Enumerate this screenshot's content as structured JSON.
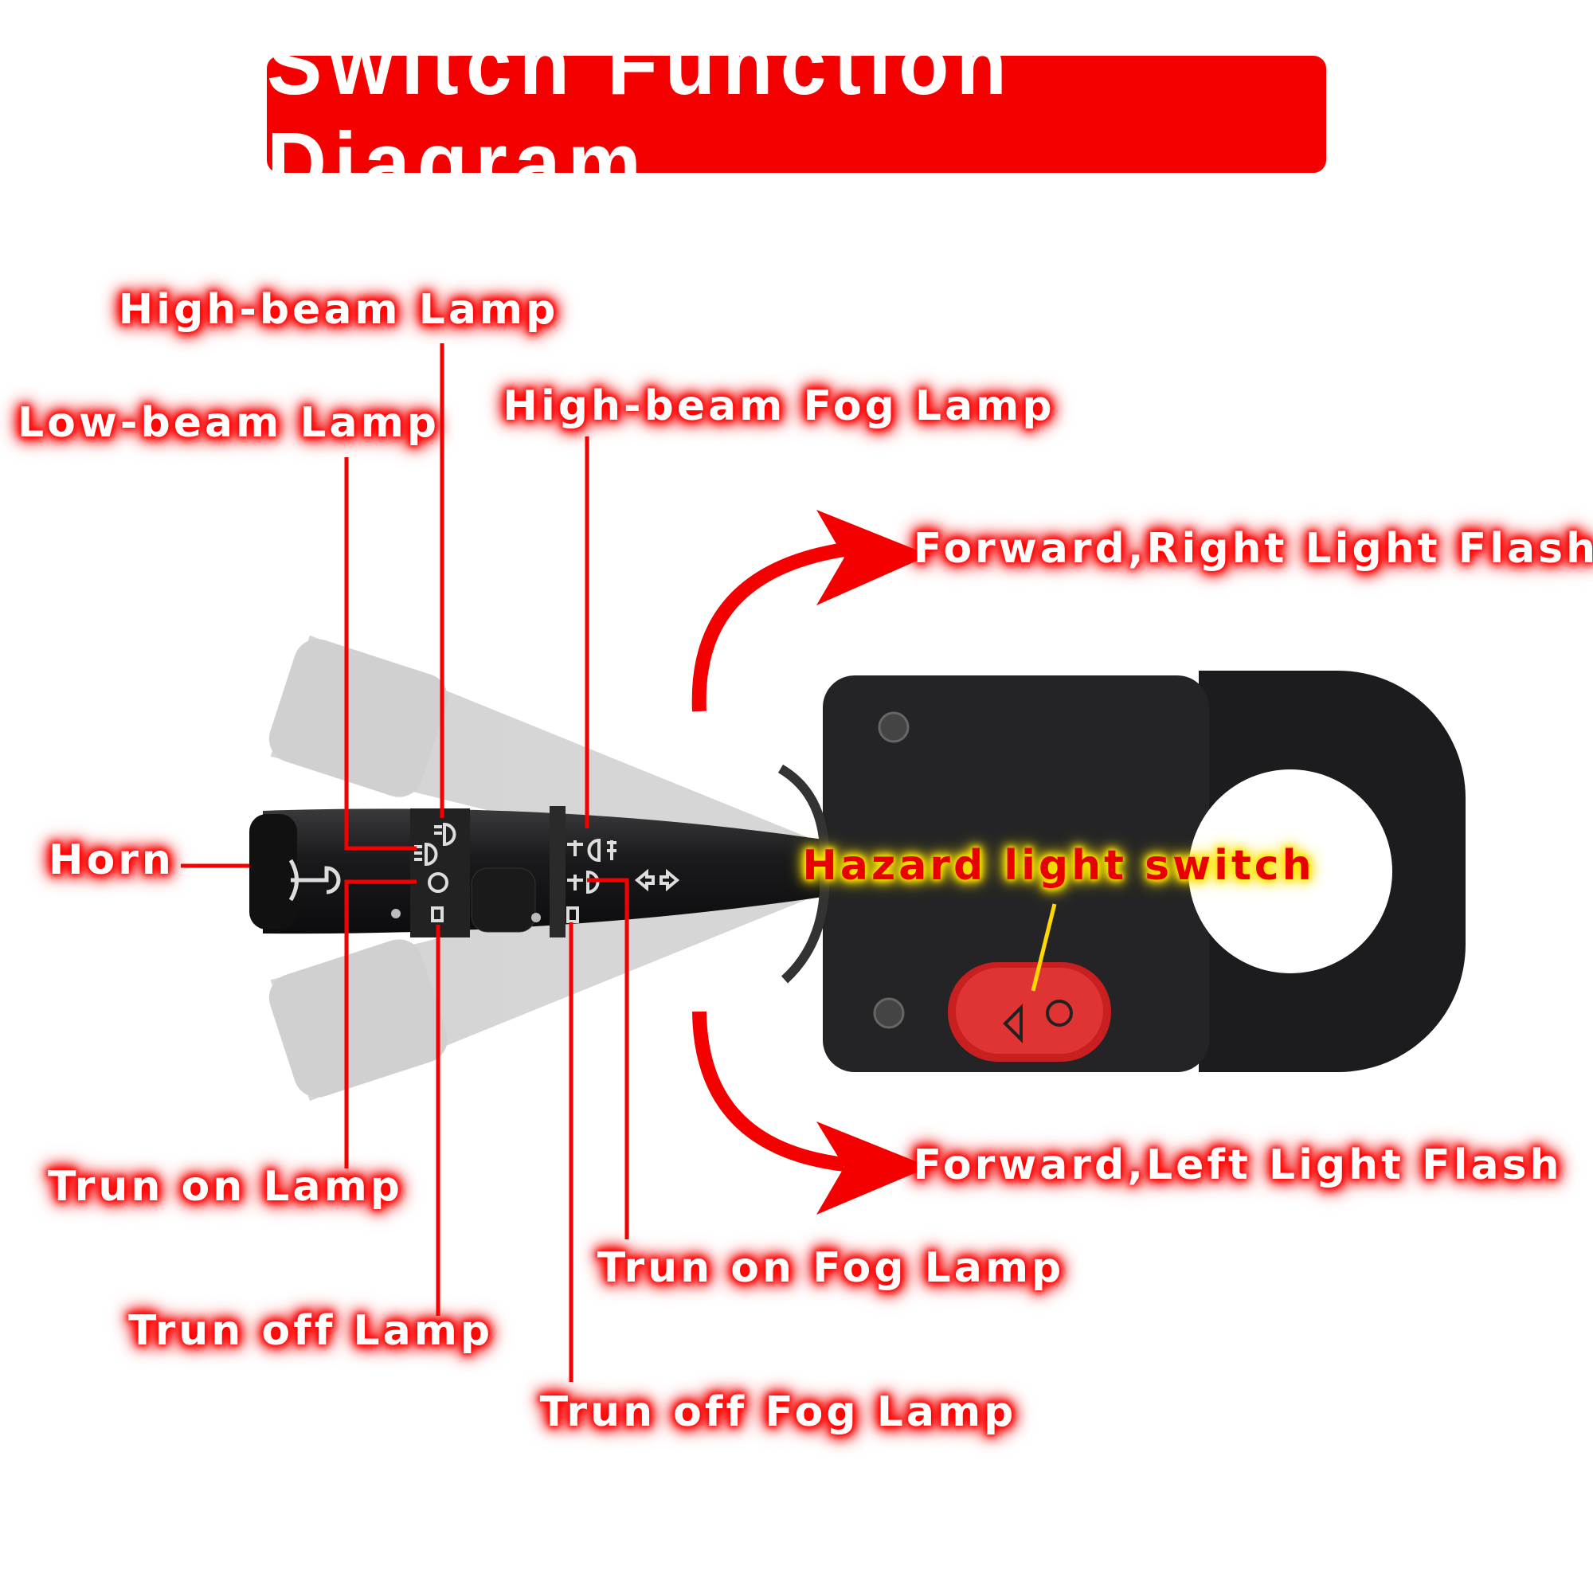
{
  "title": "Switch Function Diagram",
  "labels": {
    "high_beam": "High-beam Lamp",
    "low_beam": "Low-beam Lamp",
    "high_beam_fog": "High-beam Fog Lamp",
    "forward_right": "Forward,Right Light Flash",
    "horn": "Horn",
    "hazard": "Hazard light switch",
    "forward_left": "Forward,Left Light Flash",
    "turn_on_lamp": "Trun on Lamp",
    "turn_on_fog": "Trun on Fog Lamp",
    "turn_off_lamp": "Trun off Lamp",
    "turn_off_fog": "Trun off Fog Lamp"
  },
  "colors": {
    "accent": "#f40000",
    "hazard_glow": "#ffe600",
    "device": "#1e1e20",
    "button": "#e03030"
  }
}
